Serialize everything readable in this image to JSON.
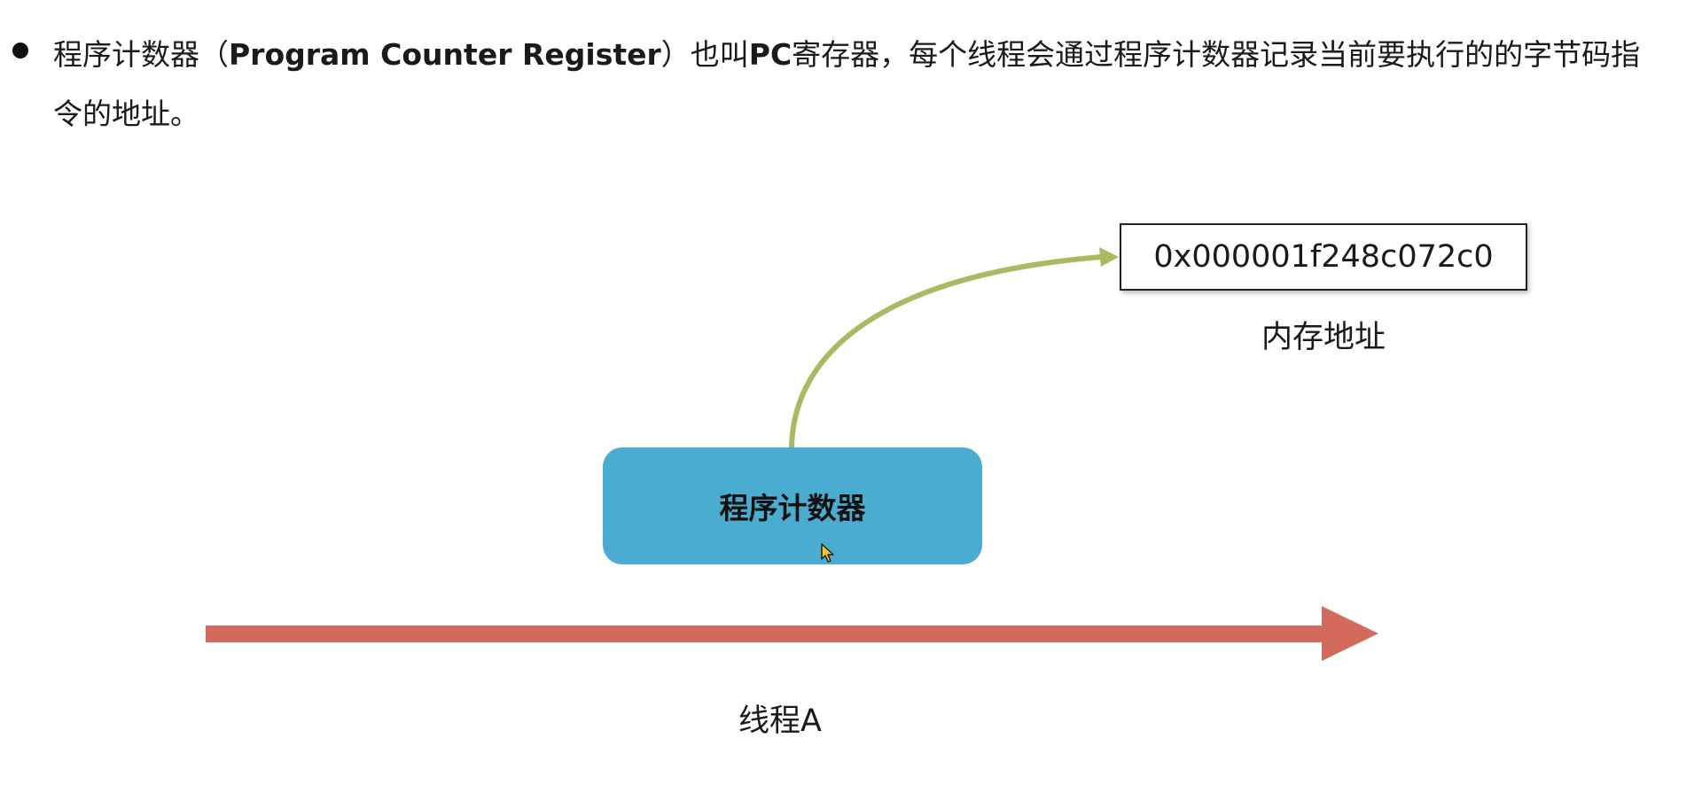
{
  "bullet": {
    "part1": "程序计数器（",
    "bold_term": "Program Counter Register",
    "part2": "）也叫",
    "bold_pc": "PC",
    "part3": "寄存器，每个线程会通过程序计数器记录当前要执行的的字节码指令的地址。"
  },
  "diagram": {
    "address_value": "0x000001f248c072c0",
    "address_caption": "内存地址",
    "pc_box_label": "程序计数器",
    "thread_label": "线程A"
  },
  "colors": {
    "pc_box": "#4bacd2",
    "curve_arrow": "#a8bb62",
    "thread_arrow": "#d46a5e"
  },
  "icons": {
    "bullet": "bullet-dot",
    "cursor": "mouse-cursor-icon"
  }
}
